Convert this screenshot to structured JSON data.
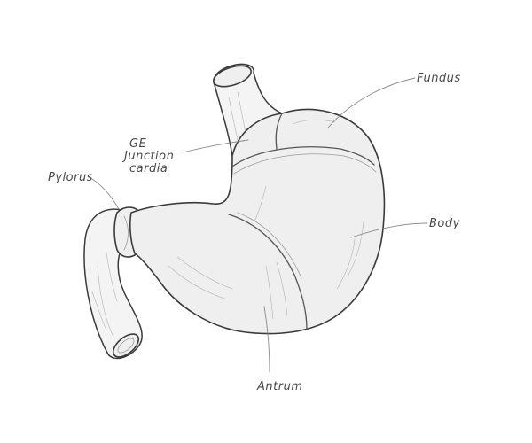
{
  "diagram": {
    "labels": {
      "fundus": "Fundus",
      "ge_line1": "GE",
      "ge_line2": "Junction",
      "ge_line3": "cardia",
      "pylorus": "Pylorus",
      "body": "Body",
      "antrum": "Antrum"
    }
  }
}
